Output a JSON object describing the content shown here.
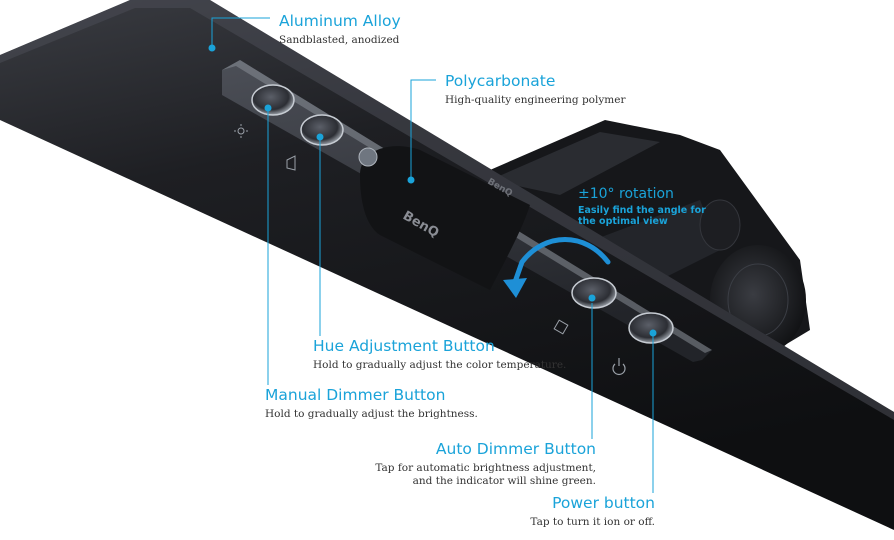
{
  "callouts": {
    "aluminum": {
      "title": "Aluminum Alloy",
      "desc": "Sandblasted, anodized"
    },
    "polycarbonate": {
      "title": "Polycarbonate",
      "desc": "High-quality engineering polymer"
    },
    "rotation": {
      "title": "±10° rotation",
      "desc_line1": "Easily find the angle for",
      "desc_line2": "the optimal view"
    },
    "hue": {
      "title": "Hue Adjustment Button",
      "desc": "Hold to gradually adjust the color temperature."
    },
    "manual": {
      "title": "Manual Dimmer Button",
      "desc": "Hold to gradually adjust the brightness."
    },
    "auto": {
      "title": "Auto Dimmer Button",
      "desc_line1": "Tap for automatic brightness adjustment,",
      "desc_line2": "and the indicator will shine green."
    },
    "power": {
      "title": "Power button",
      "desc": "Tap to turn it ion or off."
    }
  },
  "brand": {
    "logo_text": "BenQ"
  },
  "colors": {
    "accent": "#1aa3d9",
    "body": "#333333",
    "lamp": "#1c1d20"
  },
  "icons": [
    "sun-icon",
    "hue-icon",
    "auto-dimmer-icon",
    "power-icon",
    "rotation-arrow-icon"
  ]
}
